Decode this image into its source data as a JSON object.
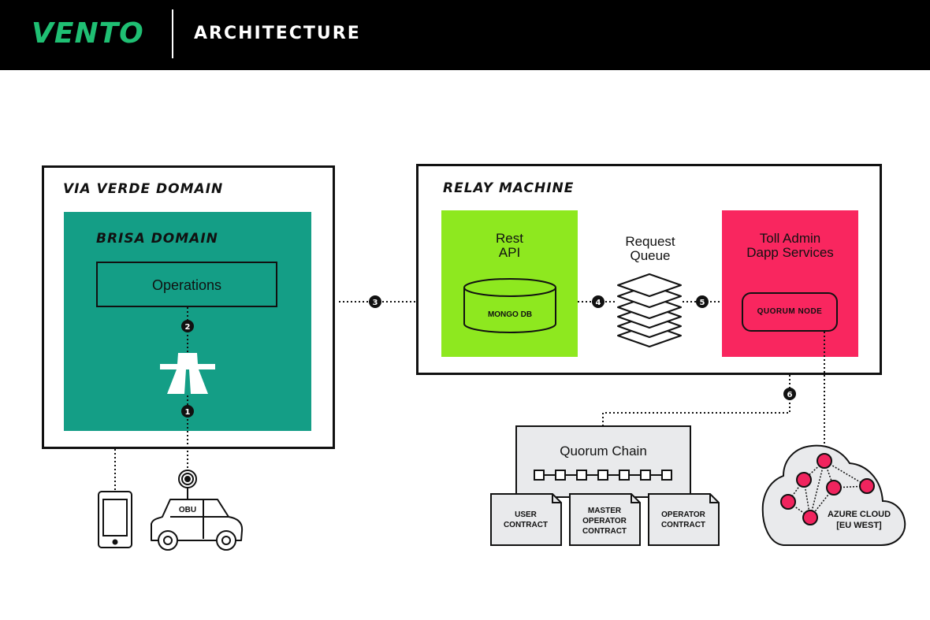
{
  "header": {
    "logo": "VENTO",
    "title": "ARCHITECTURE"
  },
  "colors": {
    "brand_green": "#1fbf73",
    "brisa_teal": "#149e86",
    "rest_green": "#8ee81f",
    "toll_pink": "#f9265f",
    "cloud_node": "#f0245e"
  },
  "via_verde": {
    "title": "VIA VERDE DOMAIN"
  },
  "brisa": {
    "title": "BRISA DOMAIN",
    "operations": "Operations",
    "icon": "highway-icon"
  },
  "relay": {
    "title": "RELAY MACHINE",
    "rest_api": [
      "Rest",
      "API"
    ],
    "mongo": "MONGO DB",
    "request_queue": [
      "Request",
      "Queue"
    ],
    "toll_admin": [
      "Toll Admin",
      "Dapp Services"
    ],
    "quorum_node": "QUORUM NODE"
  },
  "quorum_chain": {
    "title": "Quorum Chain",
    "contracts": [
      [
        "USER",
        "CONTRACT"
      ],
      [
        "MASTER",
        "OPERATOR",
        "CONTRACT"
      ],
      [
        "OPERATOR",
        "CONTRACT"
      ]
    ]
  },
  "cloud": {
    "label": [
      "AZURE CLOUD",
      "[EU WEST]"
    ]
  },
  "car": {
    "obu": "OBU"
  },
  "steps": [
    "1",
    "2",
    "3",
    "4",
    "5",
    "6"
  ]
}
